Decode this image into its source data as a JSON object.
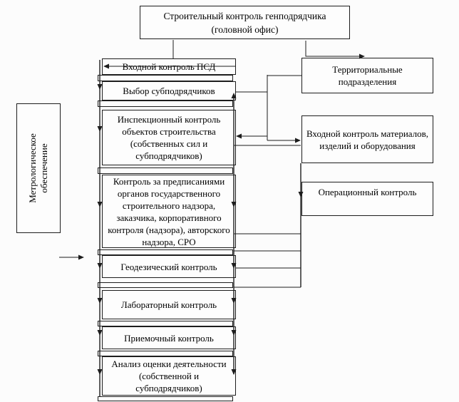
{
  "header_box": {
    "line1": "Строительный контроль генподрядчика",
    "line2": "(головной офис)"
  },
  "metrology_box": {
    "line1": "Метрологическое",
    "line2": "обеспечение"
  },
  "process_boxes": [
    {
      "id": "input-control-psd",
      "label": "Входной контроль ПСД"
    },
    {
      "id": "subcontractor-selection",
      "label": "Выбор субподрядчиков"
    },
    {
      "id": "inspection-control",
      "label": "Инспекционный контроль объектов строительства (собственных сил и субподрядчиков)"
    },
    {
      "id": "directive-control",
      "label": "Контроль за предписаниями органов государственного строительного надзора, заказчика, корпоративного контроля (надзора), авторского надзора, СРО"
    },
    {
      "id": "geodetic-control",
      "label": "Геодезический контроль"
    },
    {
      "id": "laboratory-control",
      "label": "Лабораторный контроль"
    },
    {
      "id": "acceptance-control",
      "label": "Приемочный контроль"
    },
    {
      "id": "performance-analysis",
      "label": "Анализ оценки деятельности (собственной и субподрядчиков)"
    }
  ],
  "branch_boxes": [
    {
      "id": "territorial-units",
      "label": "Территориальные подразделения"
    },
    {
      "id": "incoming-materials-control",
      "label": "Входной контроль материалов, изделий и оборудования"
    },
    {
      "id": "operational-control",
      "label": "Операционный контроль"
    }
  ],
  "colors": {
    "line": "#1d1d1d",
    "background": "#fcfcfc",
    "box_fill": "#fdfdfd",
    "text": "#000000"
  }
}
